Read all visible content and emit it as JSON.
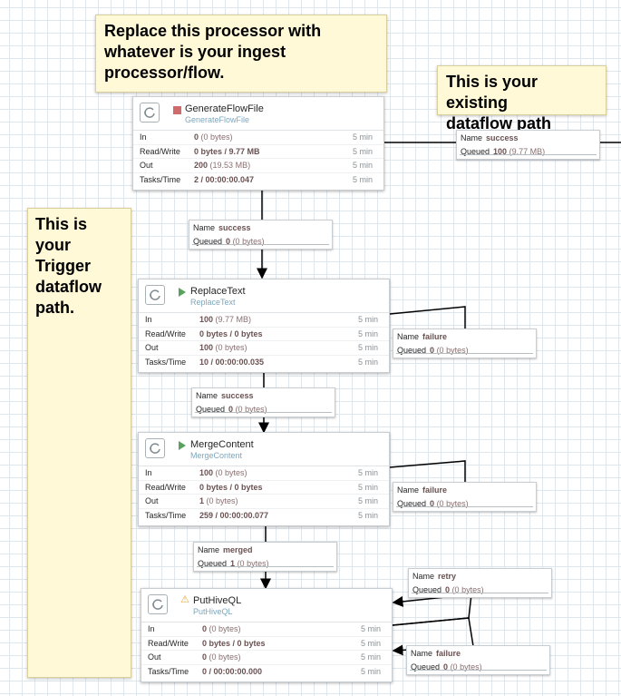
{
  "labels": {
    "ingest": "Replace this processor with\nwhatever is your ingest\nprocessor/flow.",
    "existing": "This is your existing\ndataflow path",
    "trigger": "This is your\nTrigger\ndataflow\npath."
  },
  "stat_keys": {
    "in": "In",
    "rw": "Read/Write",
    "out": "Out",
    "tasks": "Tasks/Time"
  },
  "conn_keys": {
    "name": "Name",
    "queued": "Queued"
  },
  "processors": [
    {
      "name": "GenerateFlowFile",
      "type": "GenerateFlowFile",
      "state": "stopped",
      "in": "0",
      "in_paren": "(0 bytes)",
      "rw": "0 bytes / 9.77 MB",
      "out": "200",
      "out_paren": "(19.53 MB)",
      "tasks": "2 / 00:00:00.047",
      "window": "5 min"
    },
    {
      "name": "ReplaceText",
      "type": "ReplaceText",
      "state": "running",
      "in": "100",
      "in_paren": "(9.77 MB)",
      "rw": "0 bytes / 0 bytes",
      "out": "100",
      "out_paren": "(0 bytes)",
      "tasks": "10 / 00:00:00.035",
      "window": "5 min"
    },
    {
      "name": "MergeContent",
      "type": "MergeContent",
      "state": "running",
      "in": "100",
      "in_paren": "(0 bytes)",
      "rw": "0 bytes / 0 bytes",
      "out": "1",
      "out_paren": "(0 bytes)",
      "tasks": "259 / 00:00:00.077",
      "window": "5 min"
    },
    {
      "name": "PutHiveQL",
      "type": "PutHiveQL",
      "state": "invalid",
      "in": "0",
      "in_paren": "(0 bytes)",
      "rw": "0 bytes / 0 bytes",
      "out": "0",
      "out_paren": "(0 bytes)",
      "tasks": "0 / 00:00:00.000",
      "window": "5 min"
    }
  ],
  "connections": [
    {
      "name": "success",
      "queued": "100",
      "queued_paren": "(9.77 MB)"
    },
    {
      "name": "success",
      "queued": "0",
      "queued_paren": "(0 bytes)"
    },
    {
      "name": "failure",
      "queued": "0",
      "queued_paren": "(0 bytes)"
    },
    {
      "name": "success",
      "queued": "0",
      "queued_paren": "(0 bytes)"
    },
    {
      "name": "failure",
      "queued": "0",
      "queued_paren": "(0 bytes)"
    },
    {
      "name": "merged",
      "queued": "1",
      "queued_paren": "(0 bytes)"
    },
    {
      "name": "retry",
      "queued": "0",
      "queued_paren": "(0 bytes)"
    },
    {
      "name": "failure",
      "queued": "0",
      "queued_paren": "(0 bytes)"
    }
  ]
}
